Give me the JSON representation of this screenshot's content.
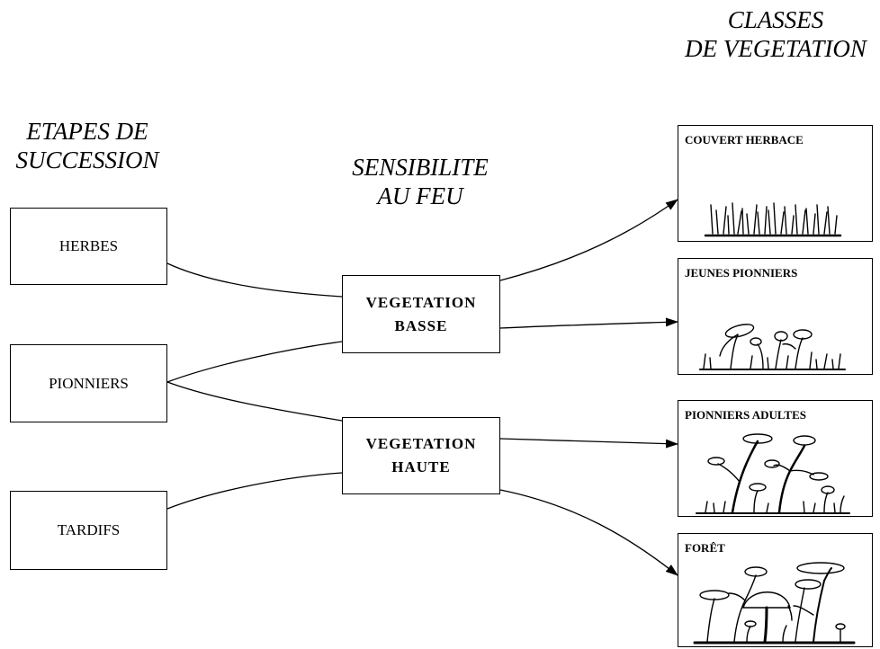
{
  "headings": {
    "stages": [
      "ETAPES DE",
      "SUCCESSION"
    ],
    "sensitivity": [
      "SENSIBILITE",
      "AU FEU"
    ],
    "classes": [
      "CLASSES",
      "DE VEGETATION"
    ]
  },
  "stages": [
    "HERBES",
    "PIONNIERS",
    "TARDIFS"
  ],
  "sensitivity": {
    "low": [
      "VEGETATION",
      "BASSE"
    ],
    "high": [
      "VEGETATION",
      "HAUTE"
    ]
  },
  "classes": [
    "COUVERT HERBACE",
    "JEUNES PIONNIERS",
    "PIONNIERS ADULTES",
    "FORÊT"
  ],
  "colors": {
    "stroke": "#000000",
    "background": "#ffffff"
  },
  "icons": [
    "grass-icon",
    "young-pioneers-icon",
    "adult-pioneers-icon",
    "forest-icon"
  ]
}
